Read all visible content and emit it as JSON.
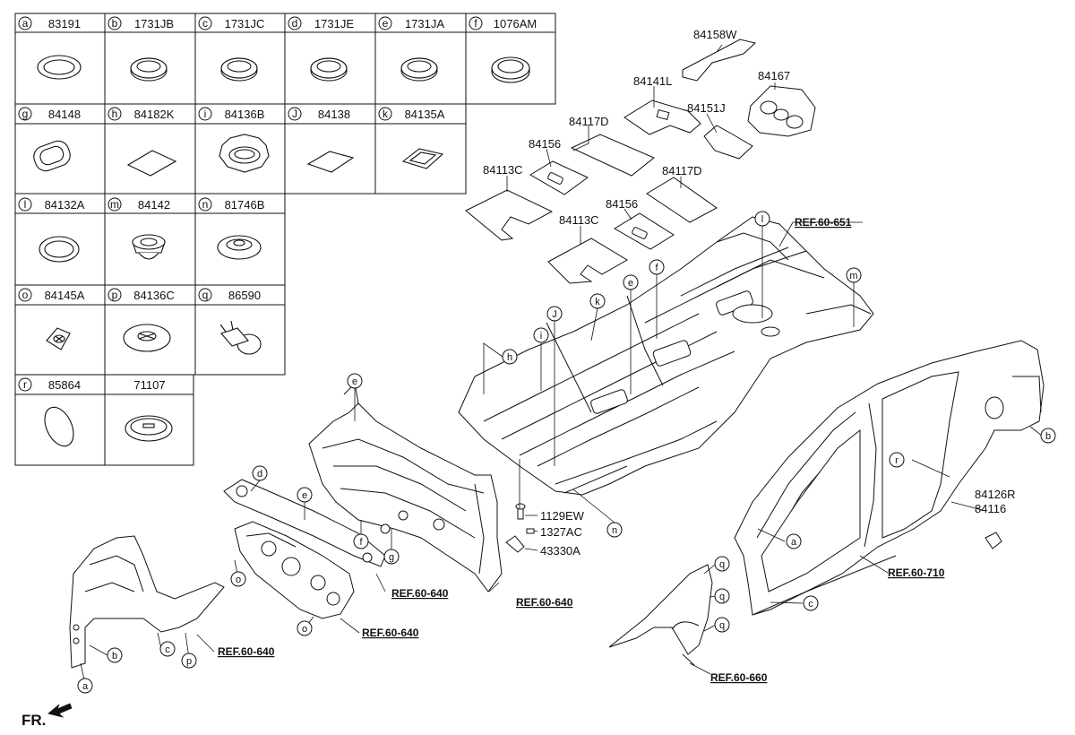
{
  "parts_table": [
    {
      "letter": "a",
      "part": "83191"
    },
    {
      "letter": "b",
      "part": "1731JB"
    },
    {
      "letter": "c",
      "part": "1731JC"
    },
    {
      "letter": "d",
      "part": "1731JE"
    },
    {
      "letter": "e",
      "part": "1731JA"
    },
    {
      "letter": "f",
      "part": "1076AM"
    },
    {
      "letter": "g",
      "part": "84148"
    },
    {
      "letter": "h",
      "part": "84182K"
    },
    {
      "letter": "i",
      "part": "84136B"
    },
    {
      "letter": "J",
      "part": "84138"
    },
    {
      "letter": "k",
      "part": "84135A"
    },
    {
      "letter": "l",
      "part": "84132A"
    },
    {
      "letter": "m",
      "part": "84142"
    },
    {
      "letter": "n",
      "part": "81746B"
    },
    {
      "letter": "o",
      "part": "84145A"
    },
    {
      "letter": "p",
      "part": "84136C"
    },
    {
      "letter": "q",
      "part": "86590"
    },
    {
      "letter": "r",
      "part": "85864"
    },
    {
      "letter": "",
      "part": "71107"
    }
  ],
  "part_labels": [
    "84158W",
    "84167",
    "84141L",
    "84151J",
    "84117D",
    "84156",
    "84113C",
    "84117D",
    "84156",
    "84113C",
    "1129EW",
    "1327AC",
    "43330A",
    "84126R",
    "84116"
  ],
  "refs": [
    "REF.60-651",
    "REF.60-640",
    "REF.60-640",
    "REF.60-640",
    "REF.60-640",
    "REF.60-710",
    "REF.60-660"
  ],
  "callouts": [
    "l",
    "m",
    "f",
    "k",
    "e",
    "J",
    "i",
    "h",
    "e",
    "d",
    "e",
    "f",
    "g",
    "n",
    "o",
    "o",
    "b",
    "c",
    "p",
    "a",
    "r",
    "a",
    "c",
    "b",
    "q",
    "q",
    "q"
  ],
  "direction_label": "FR."
}
